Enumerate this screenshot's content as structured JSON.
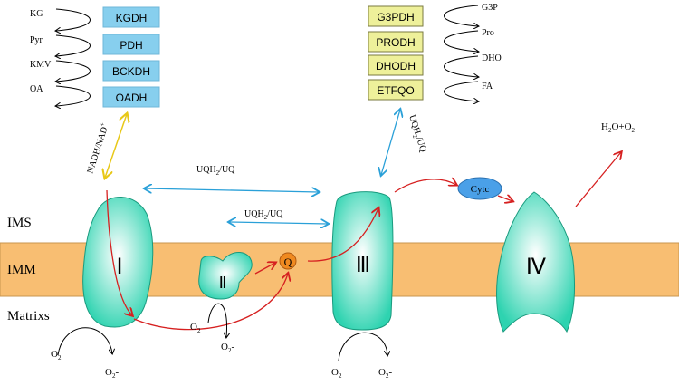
{
  "regions": {
    "ims": "IMS",
    "imm": "IMM",
    "matrix": "Matrixs"
  },
  "dehydrogenases_left": [
    {
      "substrate": "KG",
      "enzyme": "KGDH"
    },
    {
      "substrate": "Pyr",
      "enzyme": "PDH"
    },
    {
      "substrate": "KMV",
      "enzyme": "BCKDH"
    },
    {
      "substrate": "OA",
      "enzyme": "OADH"
    }
  ],
  "dehydrogenases_right": [
    {
      "enzyme": "G3PDH",
      "substrate": "G3P"
    },
    {
      "enzyme": "PRODH",
      "substrate": "Pro"
    },
    {
      "enzyme": "DHODH",
      "substrate": "DHO"
    },
    {
      "enzyme": "ETFQO",
      "substrate": "FA"
    }
  ],
  "complexes": {
    "c1": "Ⅰ",
    "c2": "Ⅱ",
    "c3": "Ⅲ",
    "c4": "Ⅳ"
  },
  "q_label": "Q",
  "cytc_label": "Cytc",
  "labels": {
    "nadh": "NADH/NAD",
    "nadh_sup": "+",
    "uqh2_a": "UQH",
    "uqh2_b": "UQH",
    "uqh2_c": "UQH",
    "uqh2_sub": "2",
    "uq": "/UQ",
    "water": "H",
    "water_sub1": "2",
    "water_mid": "O+O",
    "water_sub2": "2"
  },
  "ros": [
    {
      "o2": "O",
      "o2_sub": "2",
      "superoxide": "O",
      "superoxide_sub": "2",
      "superoxide_suffix": "-"
    },
    {
      "o2": "O",
      "o2_sub": "2",
      "superoxide": "O",
      "superoxide_sub": "2",
      "superoxide_suffix": "-"
    },
    {
      "o2": "O",
      "o2_sub": "2",
      "superoxide": "O",
      "superoxide_sub": "2",
      "superoxide_suffix": "-"
    }
  ],
  "colors": {
    "membrane": "#f8be72",
    "complex_fill": "#2ed3b0",
    "box_blue": "#87cfee",
    "box_yellow": "#eef09a",
    "arrow_red": "#d62020",
    "arrow_blue": "#2aa0d8",
    "arrow_yellow": "#f0d020",
    "cytc": "#4aa0e8",
    "q": "#f08a20"
  }
}
